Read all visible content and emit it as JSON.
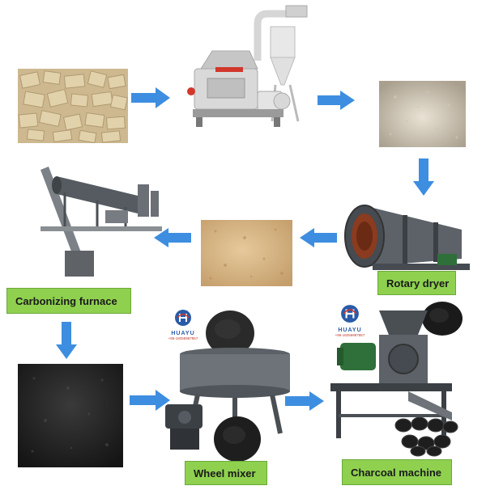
{
  "labels": {
    "carbonizing": "Carbonizing furnace",
    "rotary": "Rotary dryer",
    "wheel": "Wheel mixer",
    "charcoal": "Charcoal machine"
  },
  "brand": {
    "name": "HUAYU",
    "phone": "+86-18256987857"
  },
  "colors": {
    "arrow": "#3d8ee0",
    "label_bg": "#8fd14f",
    "machine_grey": "#6d7378",
    "wood": "#d7c29a",
    "charcoal": "#1e1e1e"
  }
}
